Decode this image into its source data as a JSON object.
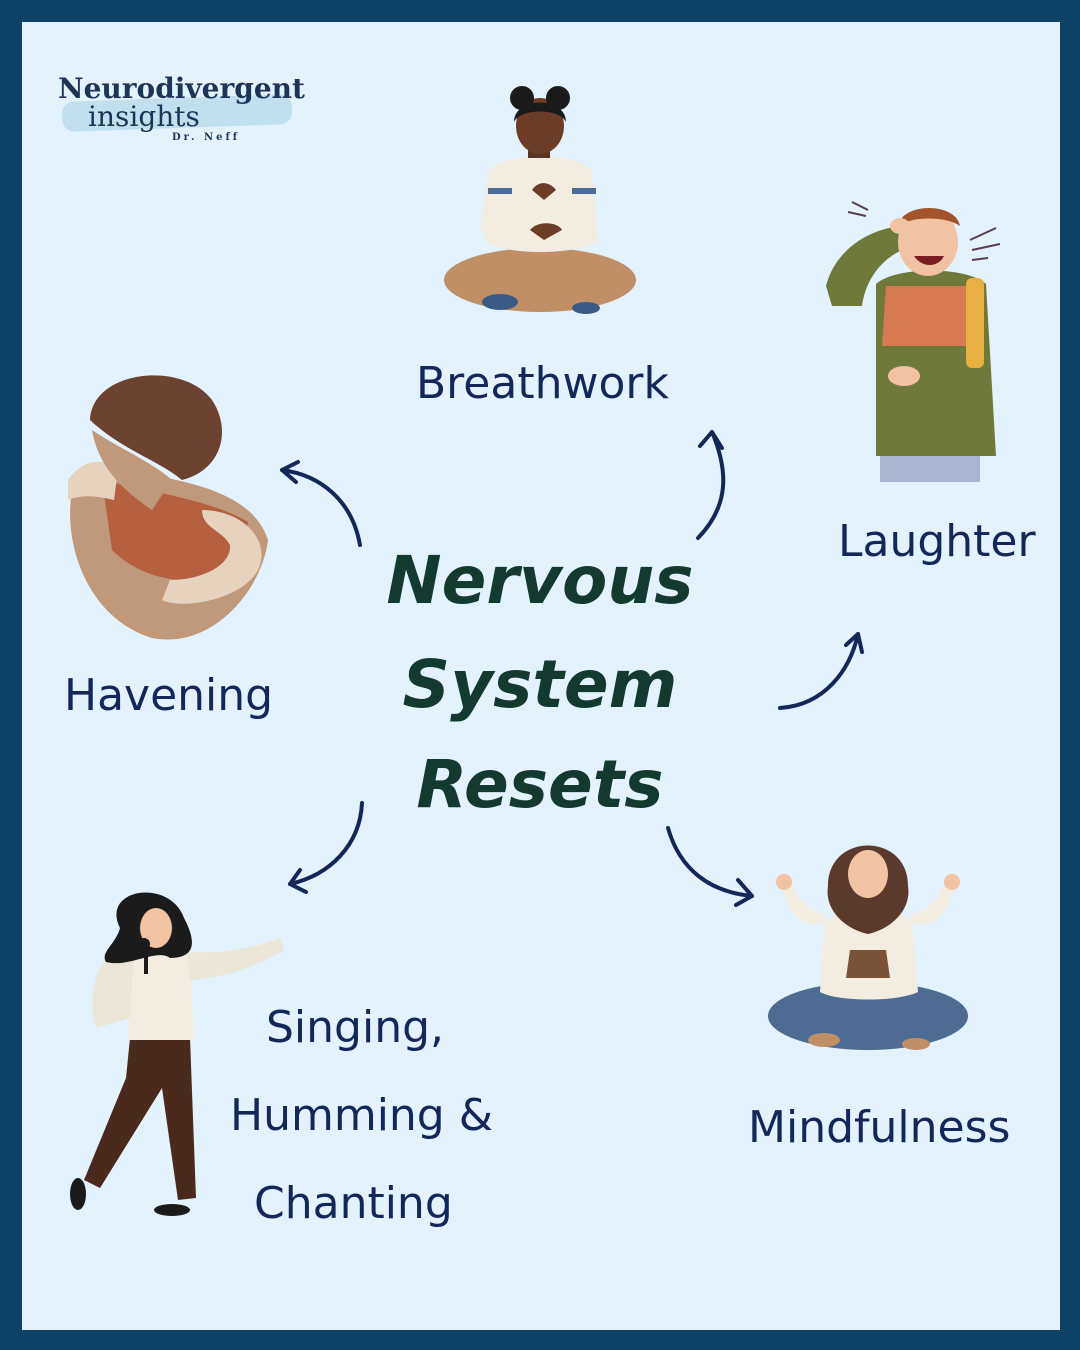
{
  "logo": {
    "line1": "Neurodivergent",
    "line2": "insights",
    "line3": "Dr. Neff"
  },
  "title": {
    "line1": "Nervous",
    "line2": "System",
    "line3": "Resets"
  },
  "nodes": {
    "breathwork": "Breathwork",
    "laughter": "Laughter",
    "havening": "Havening",
    "mindfulness": "Mindfulness",
    "singing_line1": "Singing,",
    "singing_line2": "Humming &",
    "singing_line3": "Chanting"
  },
  "colors": {
    "border": "#0b4266",
    "background": "#e3f2fc",
    "title": "#123a2e",
    "labels": "#13285a",
    "arrows": "#13285a"
  }
}
